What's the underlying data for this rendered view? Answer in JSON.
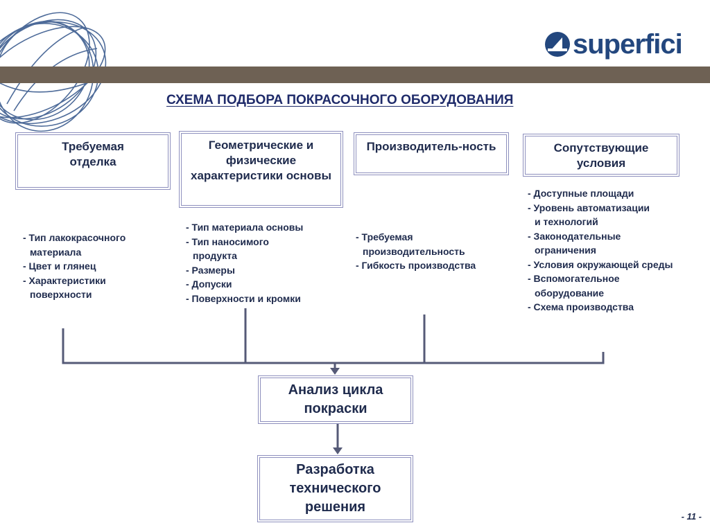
{
  "brand": {
    "logo_text": "superfici",
    "logo_icon": "superfici-logo-icon",
    "accent_color": "#23477e",
    "band_color": "#6e6154",
    "border_color": "#8d8fbd"
  },
  "title": "СХЕМА ПОДБОРА ПОКРАСОЧНОГО ОБОРУДОВАНИЯ",
  "factors": [
    {
      "heading": "Требуемая отделка",
      "items": [
        "- Тип лакокрасочного материала",
        "- Цвет и глянец",
        "- Характеристики поверхности"
      ]
    },
    {
      "heading": "Геометрические и физические характеристики основы",
      "items": [
        "- Тип материала основы",
        "- Тип наносимого продукта",
        "- Размеры",
        "- Допуски",
        "- Поверхности и кромки"
      ]
    },
    {
      "heading": "Производитель-ность",
      "items": [
        "- Требуемая производительность",
        "- Гибкость производства"
      ]
    },
    {
      "heading": "Сопутствующие условия",
      "items": [
        "- Доступные площади",
        "- Уровень автоматизации и технологий",
        "- Законодательные ограничения",
        "- Условия окружающей среды",
        "- Вспомогательное оборудование",
        "- Схема производства"
      ]
    }
  ],
  "analysis": "Анализ цикла покраски",
  "solution": "Разработка технического решения",
  "page_number": "- 11 -"
}
